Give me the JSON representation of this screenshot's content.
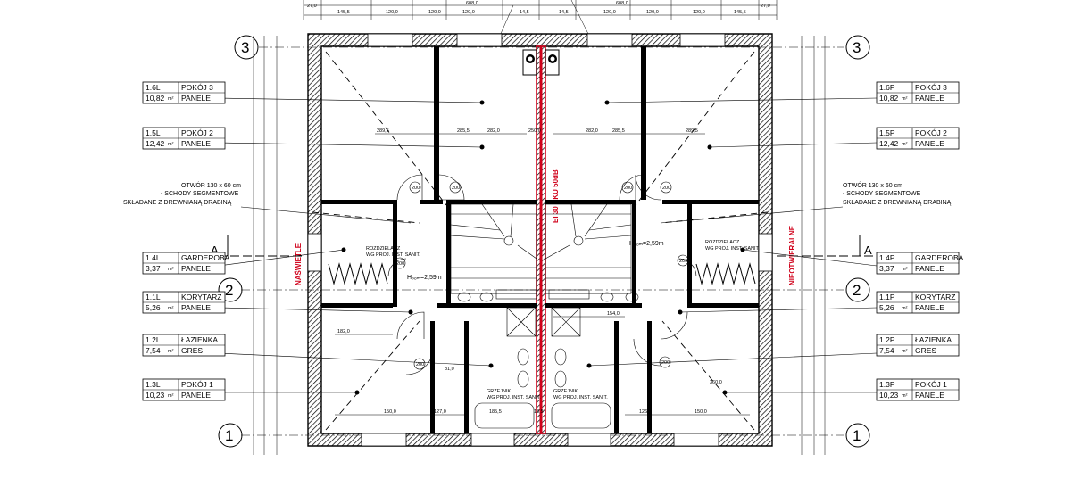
{
  "top_dims": {
    "left": [
      "27,0",
      "145,5",
      "120,0",
      "120,0",
      "608,0",
      "120,0",
      "14,5"
    ],
    "right": [
      "14,5",
      "120,0",
      "120,0",
      "608,0",
      "120,0",
      "145,5",
      "27,0"
    ]
  },
  "axes": {
    "a3": "3",
    "a2": "2",
    "a1": "1"
  },
  "section": {
    "left": "A",
    "right": "A"
  },
  "rooms_left": [
    {
      "id": "1.6L",
      "name": "POKÓJ 3",
      "area": "10,82",
      "unit": "m²",
      "finish": "PANELE"
    },
    {
      "id": "1.5L",
      "name": "POKÓJ 2",
      "area": "12,42",
      "unit": "m²",
      "finish": "PANELE"
    },
    {
      "id": "1.4L",
      "name": "GARDEROBA",
      "area": "3,37",
      "unit": "m²",
      "finish": "PANELE"
    },
    {
      "id": "1.1L",
      "name": "KORYTARZ",
      "area": "5,26",
      "unit": "m²",
      "finish": "PANELE"
    },
    {
      "id": "1.2L",
      "name": "ŁAZIENKA",
      "area": "7,54",
      "unit": "m²",
      "finish": "GRES"
    },
    {
      "id": "1.3L",
      "name": "POKÓJ 1",
      "area": "10,23",
      "unit": "m²",
      "finish": "PANELE"
    }
  ],
  "rooms_right": [
    {
      "id": "1.6P",
      "name": "POKÓJ 3",
      "area": "10,82",
      "unit": "m²",
      "finish": "PANELE"
    },
    {
      "id": "1.5P",
      "name": "POKÓJ 2",
      "area": "12,42",
      "unit": "m²",
      "finish": "PANELE"
    },
    {
      "id": "1.4P",
      "name": "GARDEROBA",
      "area": "3,37",
      "unit": "m²",
      "finish": "PANELE"
    },
    {
      "id": "1.1P",
      "name": "KORYTARZ",
      "area": "5,26",
      "unit": "m²",
      "finish": "PANELE"
    },
    {
      "id": "1.2P",
      "name": "ŁAZIENKA",
      "area": "7,54",
      "unit": "m²",
      "finish": "GRES"
    },
    {
      "id": "1.3P",
      "name": "POKÓJ 1",
      "area": "10,23",
      "unit": "m²",
      "finish": "PANELE"
    }
  ],
  "notes": {
    "opening_l": [
      "OTWÓR 130 x 60 cm",
      "- SCHODY SEGMENTOWE",
      "SKŁADANE Z DREWNIANĄ DRABINĄ"
    ],
    "opening_r": [
      "OTWÓR 130 x 60 cm",
      "- SCHODY SEGMENTOWE",
      "SKŁADANE Z DREWNIANĄ DRABINĄ"
    ],
    "wall": "EI 30 AKU 50dB",
    "skylight_l": "NAŚWIETLE",
    "skylight_r": "NIEOTWIERALNE",
    "height_l": "Hₚₒₘ=2,59m",
    "height_r": "Hₚₒₘ=2,59m",
    "distributor_l": [
      "ROZDZIELACZ",
      "WG PROJ. INST. SANIT."
    ],
    "distributor_r": [
      "ROZDZIELACZ",
      "WG PROJ. INST. SANIT."
    ],
    "heater_l": [
      "GRZEJNIK",
      "WG PROJ. INST. SANIT."
    ],
    "heater_r": [
      "GRZEJNIK",
      "WG PROJ. INST. SANIT."
    ],
    "door": "200"
  },
  "inner_dims": [
    "282,0",
    "289,5",
    "285,5",
    "250,0",
    "282,0",
    "289,5",
    "285,5",
    "150,0",
    "127,0",
    "185,5",
    "18,5",
    "126,7",
    "150,0",
    "182,0",
    "154,0",
    "81,0",
    "360,0"
  ],
  "colors": {
    "accent": "#d0021b",
    "line": "#000000",
    "wall": "#000000",
    "paper": "#ffffff"
  }
}
